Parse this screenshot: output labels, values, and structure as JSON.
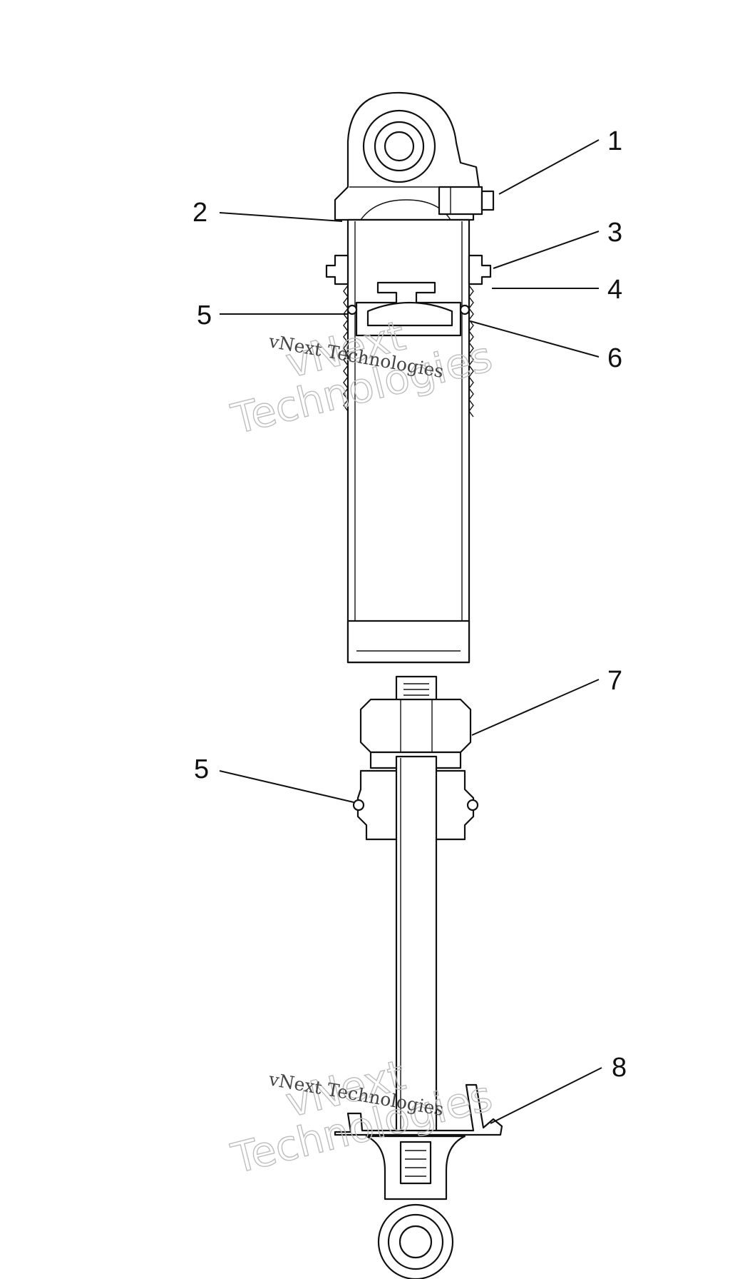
{
  "callouts": [
    {
      "id": "1",
      "label": "1"
    },
    {
      "id": "2",
      "label": "2"
    },
    {
      "id": "3",
      "label": "3"
    },
    {
      "id": "4",
      "label": "4"
    },
    {
      "id": "5a",
      "label": "5"
    },
    {
      "id": "6",
      "label": "6"
    },
    {
      "id": "7",
      "label": "7"
    },
    {
      "id": "5b",
      "label": "5"
    },
    {
      "id": "8",
      "label": "8"
    }
  ],
  "watermark": {
    "line1": "vNext",
    "line2": "Technologies",
    "caption": "vNext Technologies"
  },
  "colors": {
    "line": "#111111",
    "watermark_outline": "#bdbdbd",
    "watermark_text": "#444444"
  }
}
